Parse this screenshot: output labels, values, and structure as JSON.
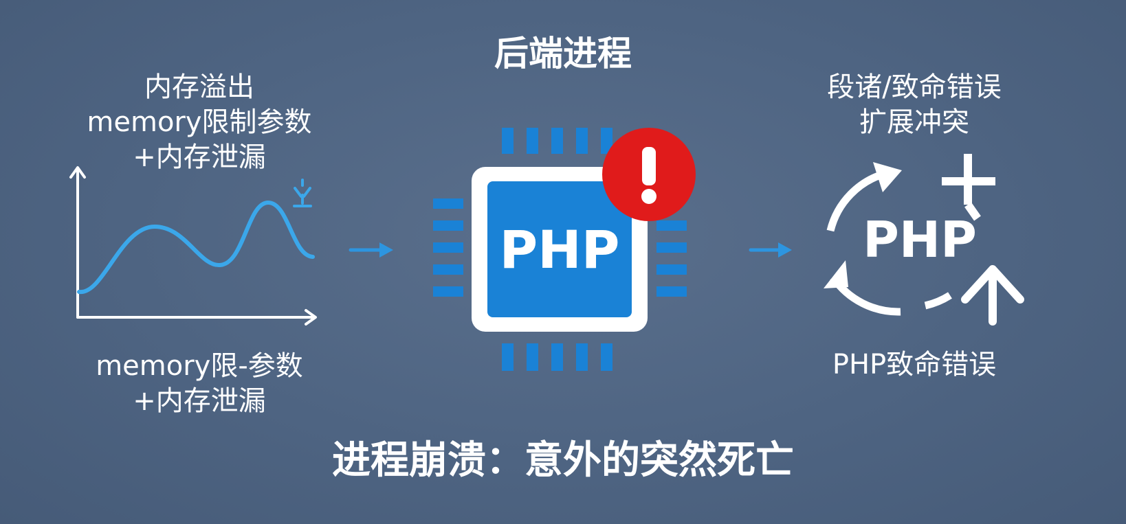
{
  "header": {
    "title": "后端进程"
  },
  "left": {
    "top_lines": [
      "内存溢出",
      "memory限制参数",
      "+内存泄漏"
    ],
    "bottom_lines": [
      "memory限-参数",
      "+内存泄漏"
    ],
    "chart_icon": "memory-usage-chart-icon",
    "spike_icon": "spark-icon",
    "accent": "#3ba7ea"
  },
  "center": {
    "chip_label": "PHP",
    "chip_icon": "cpu-chip-icon",
    "alert_icon": "exclamation-icon",
    "chip_color": "#1a82d6",
    "alert_color": "#e01b1b"
  },
  "right": {
    "top_lines": [
      "段诸/致命错误",
      "扩展冲突"
    ],
    "cycle_label": "PHP",
    "bottom_text": "PHP致命错误",
    "cycle_icon": "restart-cycle-icon",
    "plus_icon": "plus-icon",
    "up_arrow_icon": "up-arrow-icon"
  },
  "footer": {
    "title": "进程崩溃：意外的突然死亡"
  }
}
